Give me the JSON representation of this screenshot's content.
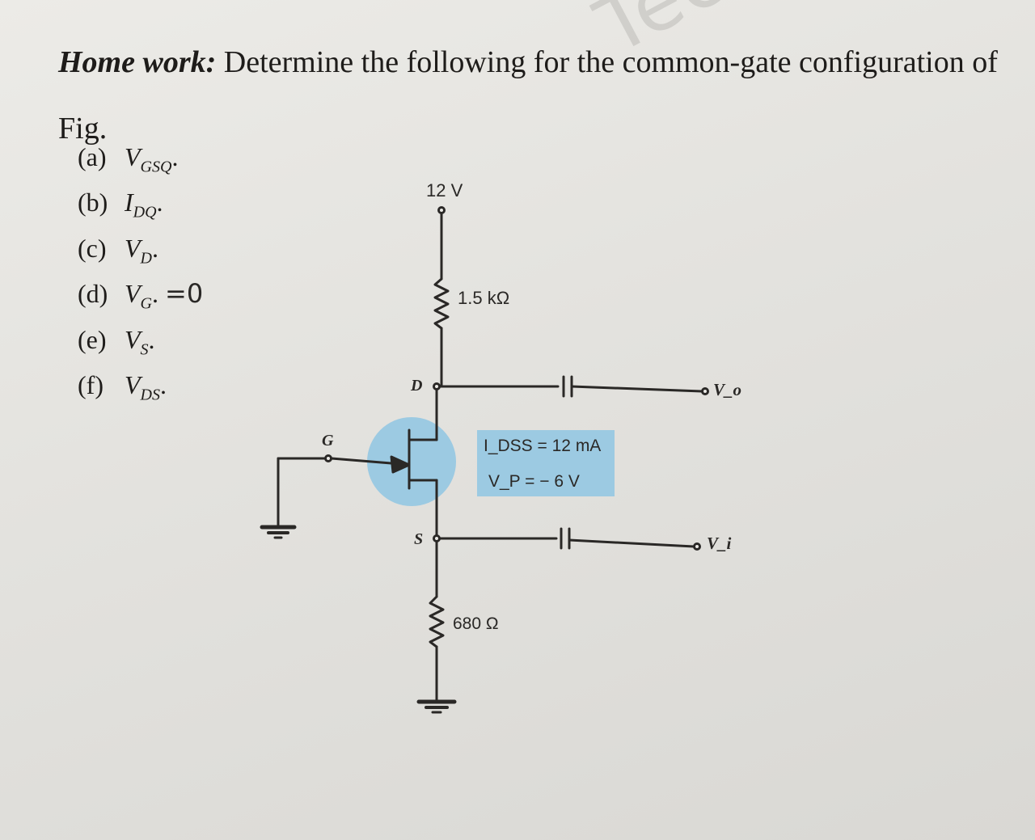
{
  "heading": {
    "bold_prefix": "Home work:",
    "text": " Determine the following for the common-gate configuration of Fig."
  },
  "parts": [
    {
      "label": "(a)",
      "symbol": "V",
      "sub": "GSQ",
      "suffix": "."
    },
    {
      "label": "(b)",
      "symbol": "I",
      "sub": "DQ",
      "suffix": "."
    },
    {
      "label": "(c)",
      "symbol": "V",
      "sub": "D",
      "suffix": "."
    },
    {
      "label": "(d)",
      "symbol": "V",
      "sub": "G",
      "suffix": ".",
      "handwritten": "=0"
    },
    {
      "label": "(e)",
      "symbol": "V",
      "sub": "S",
      "suffix": "."
    },
    {
      "label": "(f)",
      "symbol": "V",
      "sub": "DS",
      "suffix": "."
    }
  ],
  "watermark": "Techn",
  "circuit": {
    "supply": "12 V",
    "drain_resistor": "1.5 kΩ",
    "source_resistor": "680 Ω",
    "node_drain": "D",
    "node_gate": "G",
    "node_source": "S",
    "idss": "I_DSS = 12 mA",
    "vp": "V_P = − 6 V",
    "output": "V_o",
    "input": "V_i",
    "highlight_color": "#8fc6e3"
  }
}
